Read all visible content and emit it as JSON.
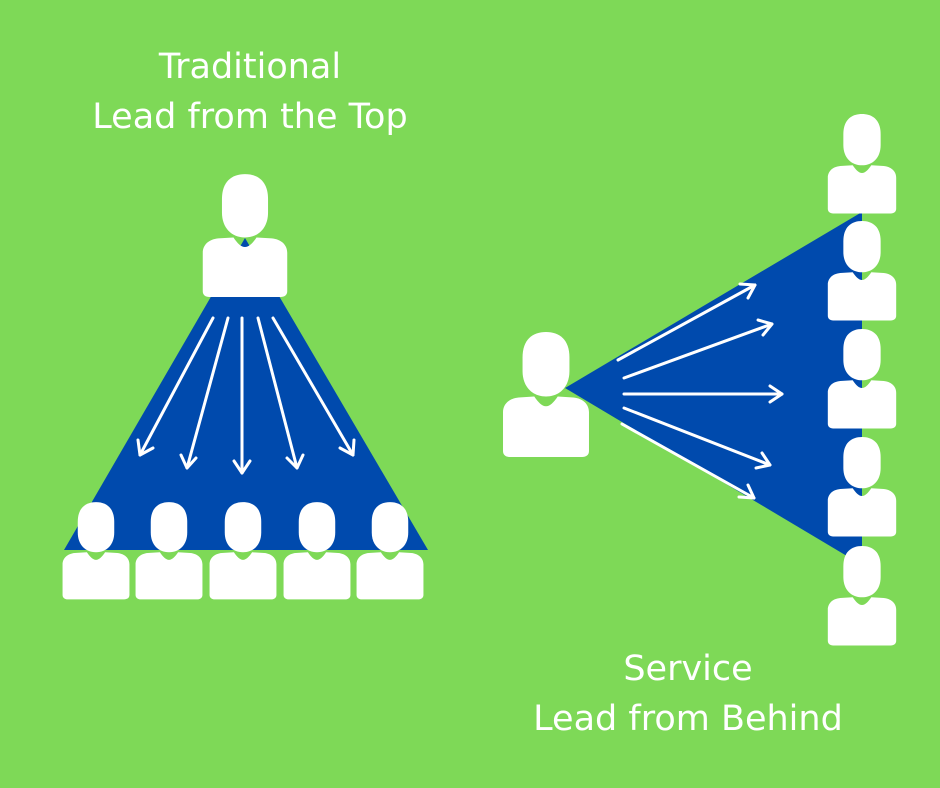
{
  "diagram": {
    "traditional": {
      "title_line1": "Traditional",
      "title_line2": "Lead from the Top"
    },
    "service": {
      "title_line1": "Service",
      "title_line2": "Lead from Behind"
    }
  },
  "colors": {
    "background": "#7ed957",
    "triangle": "#004aad",
    "person": "#ffffff",
    "arrow": "#ffffff"
  }
}
